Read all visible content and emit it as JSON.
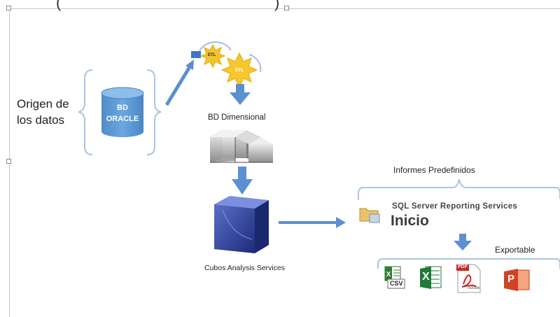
{
  "source": {
    "label_line1": "Origen de",
    "label_line2": "los datos",
    "db_line1": "BD",
    "db_line2": "ORACLE"
  },
  "etl": {
    "label_a": "ETL",
    "label_b": "ETL"
  },
  "dimensional": {
    "label": "BD Dimensional"
  },
  "cubes": {
    "label": "Cubos Analysis Services"
  },
  "reports": {
    "predefined_label": "Informes Predefinidos",
    "ssrs_title": "SQL Server Reporting Services",
    "ssrs_subtitle": "Inicio",
    "export_label": "Exportable"
  },
  "export_formats": [
    {
      "name": "csv-icon",
      "label": "CSV"
    },
    {
      "name": "excel-icon",
      "label": "X"
    },
    {
      "name": "pdf-icon",
      "label": "PDF",
      "sublabel": "Adobe"
    },
    {
      "name": "powerpoint-icon",
      "label": "P"
    }
  ],
  "colors": {
    "arrow": "#5b8fd0",
    "db": "#5b9bd5",
    "bracket": "#a9c4e4",
    "gear": "#f4c430",
    "cube": "#2a3f9a"
  }
}
